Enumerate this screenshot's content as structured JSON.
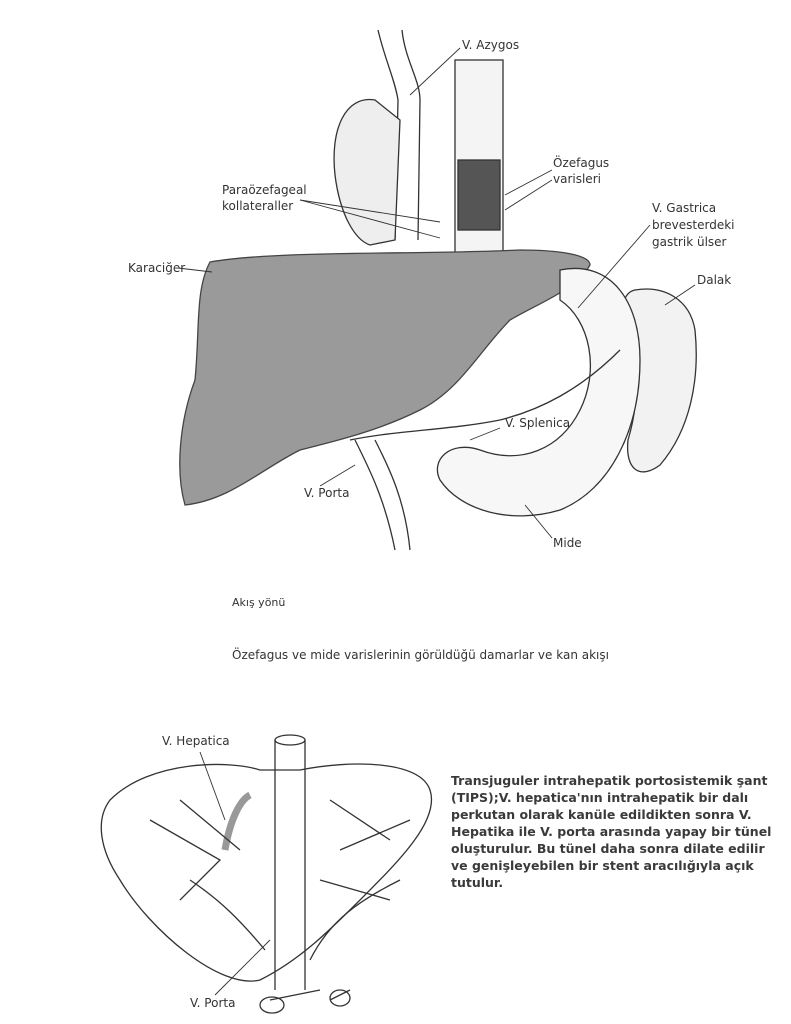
{
  "figure1": {
    "labels": {
      "azygos": "V. Azygos",
      "ozefagus_varisleri": [
        "Özefagus",
        "varisleri"
      ],
      "paraozefageal": [
        "Paraözefageal",
        "kollateraller"
      ],
      "gastrica": [
        "V. Gastrica",
        "brevesterdeki",
        "gastrik ülser"
      ],
      "karaciger": "Karaciğer",
      "dalak": "Dalak",
      "splenica": "V. Splenica",
      "porta": "V. Porta",
      "mide": "Mide"
    },
    "legend": "Akış yönü",
    "caption": "Özefagus ve mide varislerinin görüldüğü damarlar ve kan akışı",
    "colors": {
      "liver": "#9a9a9a",
      "line": "#333333"
    }
  },
  "figure2": {
    "labels": {
      "hepatica": "V. Hepatica",
      "porta": "V. Porta"
    },
    "description": "Transjuguler intrahepatik portosistemik şant (TIPS);V. hepatica'nın intrahepatik bir dalı perkutan olarak kanüle edildikten sonra V. Hepatika ile V. porta arasında yapay bir tünel oluşturulur. Bu tünel daha sonra dilate edilir ve genişleyebilen bir stent aracılığıyla açık tutulur."
  }
}
